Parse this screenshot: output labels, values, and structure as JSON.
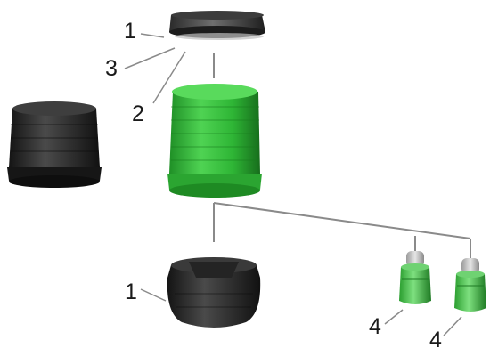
{
  "diagram": {
    "callouts": [
      {
        "id": "c1_top",
        "text": "1"
      },
      {
        "id": "c3",
        "text": "3"
      },
      {
        "id": "c2",
        "text": "2"
      },
      {
        "id": "c1_bottom",
        "text": "1"
      },
      {
        "id": "c4_left",
        "text": "4"
      },
      {
        "id": "c4_right",
        "text": "4"
      }
    ],
    "colors": {
      "leader_line": "#7a7a7a",
      "lens_green": "#35c23a",
      "lens_green_dark": "#1f8f26",
      "cap_dark": "#2a2a2a",
      "base_black": "#1b1b1b"
    },
    "parts": [
      "cover-cap",
      "gasket-ring",
      "green-light-module",
      "black-light-module",
      "base-unit",
      "bulb-green-1",
      "bulb-green-2"
    ]
  }
}
